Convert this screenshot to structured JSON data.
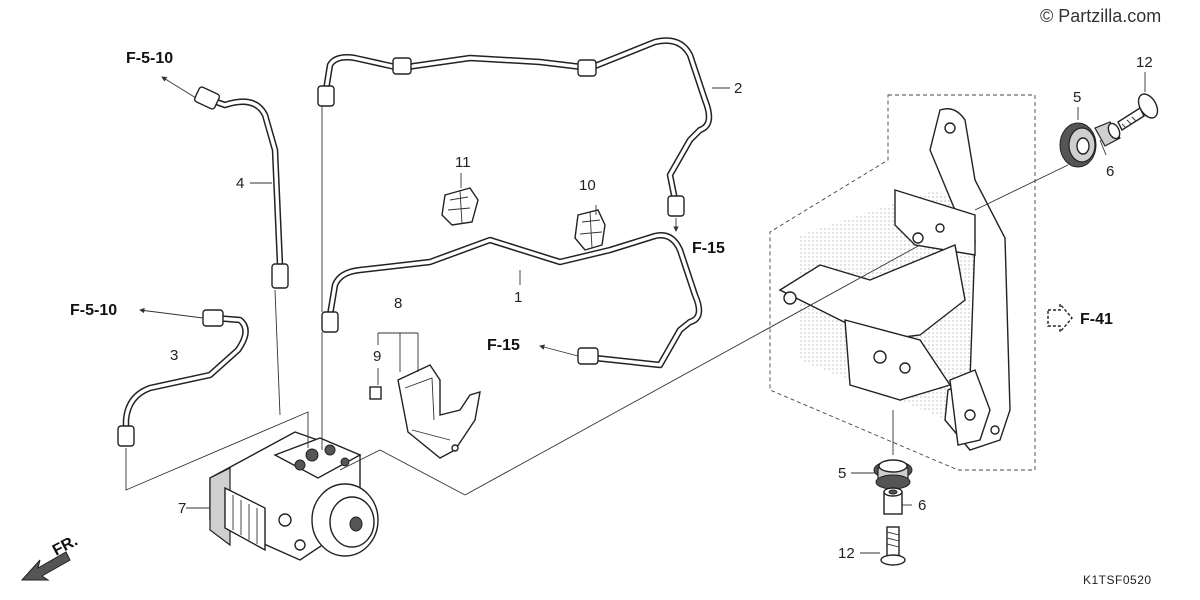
{
  "copyright": "© Partzilla.com",
  "diagram_code": "K1TSF0520",
  "front_label": "FR.",
  "references": {
    "f510_top": "F-5-10",
    "f510_mid": "F-5-10",
    "f15_right": "F-15",
    "f15_left": "F-15",
    "f41": "F-41"
  },
  "callouts": {
    "n1": "1",
    "n2": "2",
    "n3": "3",
    "n4": "4",
    "n5_top": "5",
    "n5_bottom": "5",
    "n6_top": "6",
    "n6_bottom": "6",
    "n7": "7",
    "n8": "8",
    "n9": "9",
    "n10": "10",
    "n11": "11",
    "n12_top": "12",
    "n12_bottom": "12"
  }
}
